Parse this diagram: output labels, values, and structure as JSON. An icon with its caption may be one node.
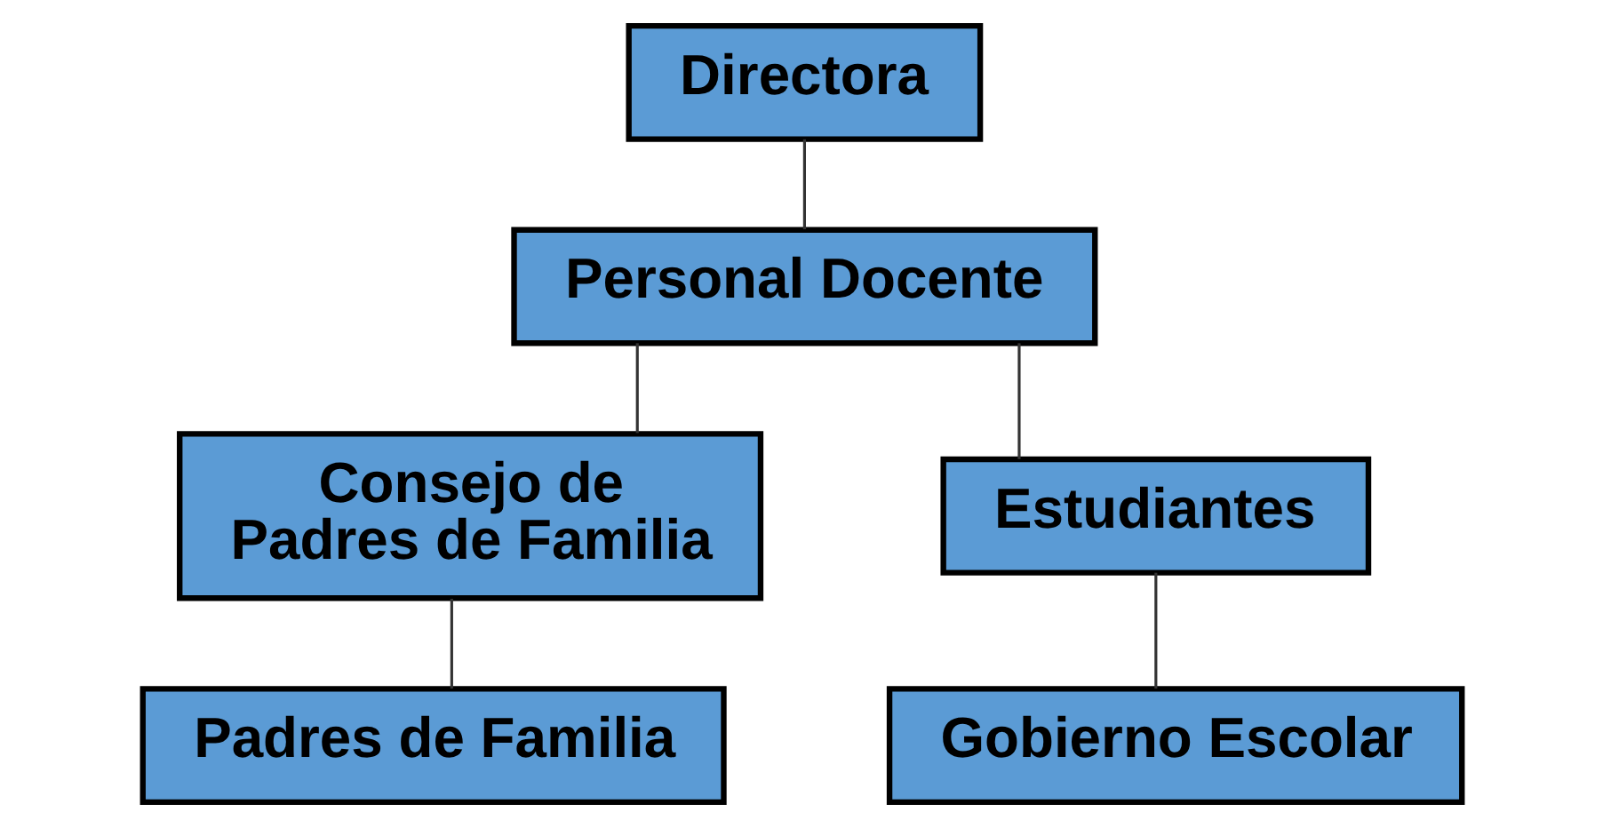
{
  "diagram": {
    "nodes": [
      {
        "text": [
          "Directora"
        ]
      },
      {
        "text": [
          "Personal Docente"
        ]
      },
      {
        "text": [
          "Consejo de Padres de Familia"
        ]
      },
      {
        "text": [
          "Estudiantes"
        ]
      },
      {
        "text": [
          "Padres de Familia"
        ]
      },
      {
        "text": [
          "Gobierno Escolar"
        ]
      }
    ],
    "edges": [
      {
        "from": 0,
        "to": 1,
        "arrow": "none"
      },
      {
        "from": 1,
        "to": 2,
        "arrow": "none"
      },
      {
        "from": 1,
        "to": 3,
        "arrow": "none"
      },
      {
        "from": 2,
        "to": 4,
        "arrow": "none"
      },
      {
        "from": 3,
        "to": 5,
        "arrow": "none"
      }
    ]
  }
}
